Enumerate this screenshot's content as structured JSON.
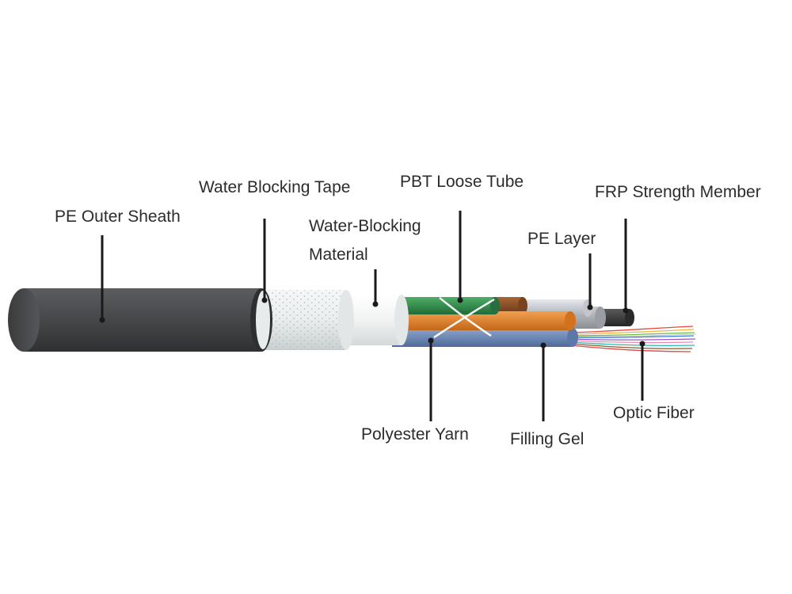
{
  "labels": {
    "pe_outer_sheath": "PE Outer Sheath",
    "water_blocking_tape": "Water Blocking Tape",
    "water_blocking_material_line1": "Water-Blocking",
    "water_blocking_material_line2": "Material",
    "pbt_loose_tube": "PBT Loose Tube",
    "pe_layer": "PE Layer",
    "frp_strength_member": "FRP Strength Member",
    "polyester_yarn": "Polyester Yarn",
    "filling_gel": "Filling Gel",
    "optic_fiber": "Optic Fiber"
  },
  "colors": {
    "sheath": "#4a4b4d",
    "tape": "#ecefef",
    "tube_green": "#2e8a4a",
    "tube_orange": "#e07f2c",
    "tube_blue": "#6d87b5",
    "tube_brown": "#8a4b24",
    "frp": "#3d3d3d",
    "leader": "#1a1a1a"
  }
}
